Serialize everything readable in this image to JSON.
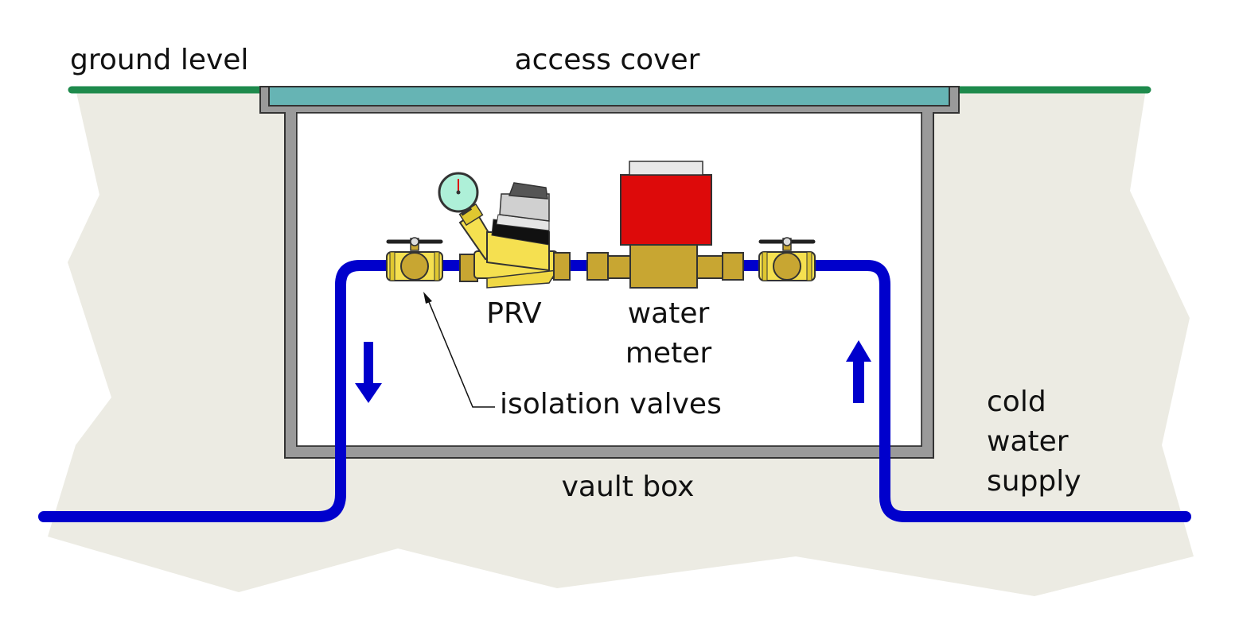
{
  "labels": {
    "ground_level": "ground level",
    "access_cover": "access cover",
    "prv": "PRV",
    "water_meter_line1": "water",
    "water_meter_line2": "meter",
    "isolation_valves": "isolation valves",
    "vault_box": "vault box",
    "cold_water_line1": "cold",
    "cold_water_line2": "water",
    "cold_water_line3": "supply"
  },
  "colors": {
    "ground": "#ecebe3",
    "ground_line": "#1e8a4c",
    "cover": "#66b4b4",
    "vault_wall": "#9a9a9a",
    "pipe": "#0000cc",
    "brass": "#c8a632",
    "valve_body": "#f5e050",
    "meter_head": "#dd0a0a",
    "gauge_face": "#aef0d8"
  },
  "flow_arrows": {
    "left": "down",
    "right": "up"
  }
}
